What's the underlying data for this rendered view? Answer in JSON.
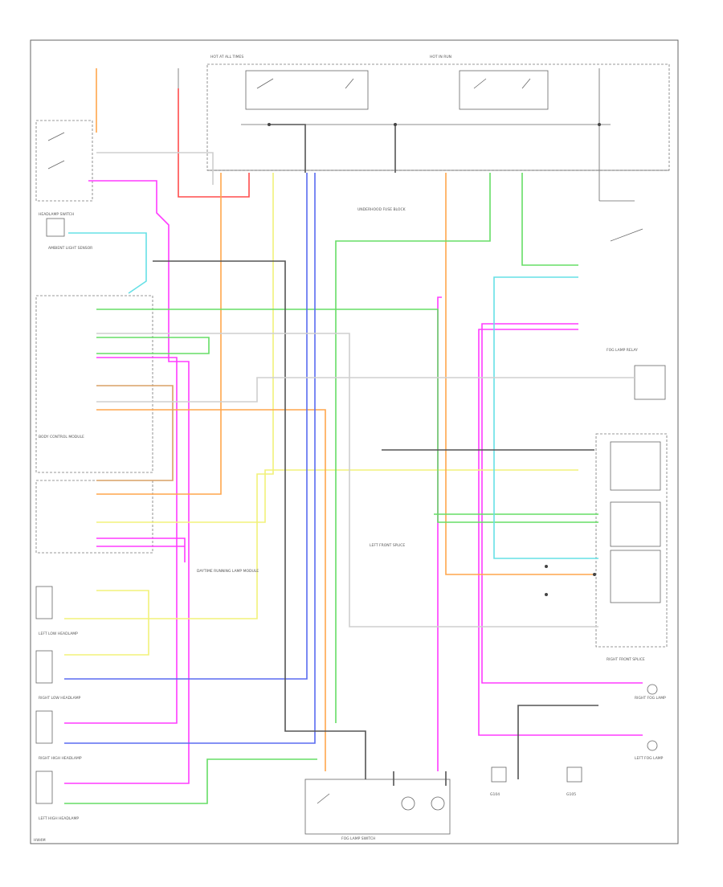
{
  "diagram": {
    "footer_code": "HW4M",
    "labels": {
      "headlamp_switch": "HEADLAMP SWITCH",
      "fog_lamp_relay": "FOG LAMP RELAY",
      "daytime_running_lamp_module": "DAYTIME RUNNING LAMP MODULE",
      "body_control_module": "BODY CONTROL MODULE",
      "light_sensor": "AMBIENT LIGHT SENSOR",
      "underhood_fuse_block": "UNDERHOOD FUSE BLOCK",
      "left_low_headlamp": "LEFT LOW HEADLAMP",
      "right_low_headlamp": "RIGHT LOW HEADLAMP",
      "right_high_headlamp": "RIGHT HIGH HEADLAMP",
      "left_high_headlamp": "LEFT HIGH HEADLAMP",
      "fog_lamp_switch": "FOG LAMP SWITCH",
      "right_fog_lamp": "RIGHT FOG LAMP",
      "left_fog_lamp": "LEFT FOG LAMP",
      "right_front_splice": "RIGHT FRONT SPLICE",
      "left_front_splice": "LEFT FRONT SPLICE",
      "ground_left": "G104",
      "ground_right": "G105",
      "hot_at_all_times": "HOT AT ALL TIMES",
      "hot_in_run": "HOT IN RUN"
    },
    "wire_colors": {
      "pink": "#ff3cff",
      "yellow": "#f2f27a",
      "orange": "#ffa64d",
      "green": "#66dd66",
      "light_blue": "#66e0e6",
      "blue": "#5a6cf0",
      "red": "#ff4d4d",
      "black": "#555555",
      "light_gray": "#cfcfcf",
      "tan": "#d9a066"
    }
  }
}
